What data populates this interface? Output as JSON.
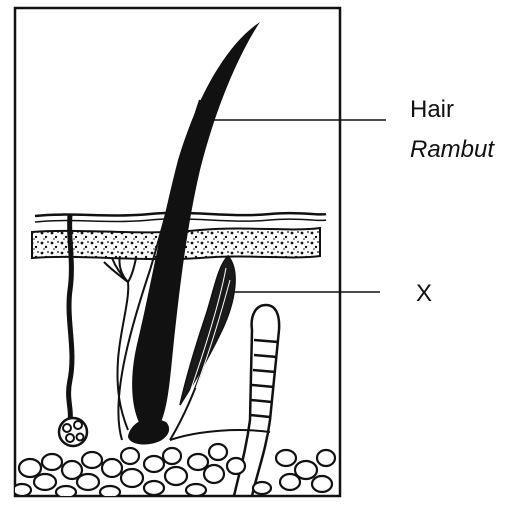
{
  "labels": {
    "hair": "Hair",
    "hair_malay": "Rambut",
    "x": "X"
  }
}
